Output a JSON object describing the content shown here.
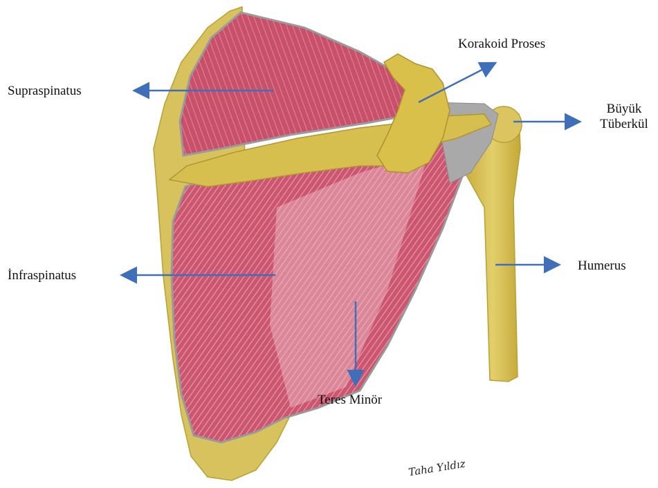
{
  "colors": {
    "muscle": "#c8506a",
    "muscle_light": "#e29aab",
    "bone": "#d9c25a",
    "bone_dark": "#b9a032",
    "tendon": "#9a9a9a",
    "arrow": "#3f6fb8"
  },
  "labels": {
    "supraspinatus": "Supraspinatus",
    "korakoid": "Korakoid Proses",
    "buyuk_line1": "Büyük",
    "buyuk_line2": "Tüberkül",
    "infraspinatus": "İnfraspinatus",
    "humerus": "Humerus",
    "teres": "Teres Minör"
  },
  "signature": "Taha Yıldız"
}
